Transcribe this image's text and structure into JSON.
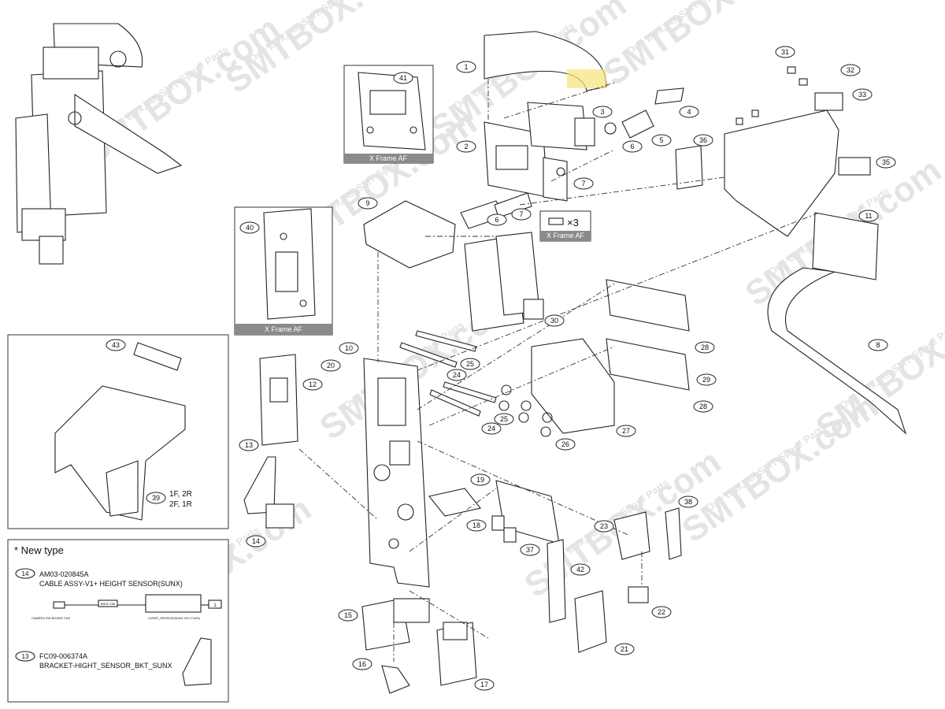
{
  "callouts": [
    "1",
    "2",
    "3",
    "4",
    "5",
    "6",
    "6",
    "7",
    "7",
    "8",
    "9",
    "10",
    "11",
    "12",
    "13",
    "14",
    "15",
    "16",
    "17",
    "18",
    "19",
    "20",
    "21",
    "22",
    "23",
    "24",
    "24",
    "25",
    "25",
    "26",
    "27",
    "28",
    "28",
    "29",
    "30",
    "31",
    "32",
    "33",
    "35",
    "36",
    "37",
    "38",
    "39",
    "40",
    "41",
    "42",
    "43"
  ],
  "panels": {
    "x_frame_41": {
      "caption": "X Frame AF"
    },
    "x_frame_40": {
      "caption": "X Frame AF"
    },
    "fuse_note": {
      "caption": "X Frame AF",
      "multiplier": "×3"
    }
  },
  "bracket_39": {
    "variant_line1": "1F, 2R",
    "variant_line2": "2F, 1R"
  },
  "new_type": {
    "title": "* New type",
    "item_14": {
      "num": "14",
      "part_no": "AM03-020845A",
      "desc": "CABLE ASSY-V1+ HEIGHT SENSOR(SUNX)",
      "label_left": "CAMERA SW BOARD CN3",
      "label_mid": "BR00-T86",
      "label_sensor": "LASER_SENSOR(SUNX HG-C1100)",
      "label_end": "1"
    },
    "item_13": {
      "num": "13",
      "part_no": "FC09-006374A",
      "desc": "BRACKET-HIGHT_SENSOR_BKT_SUNX"
    }
  },
  "watermark": {
    "brand": "SMTBOX.com",
    "slogan": "One Box, All SMT Spare Parts"
  },
  "colors": {
    "line": "#222222",
    "caption_bg": "#8a8a8a",
    "watermark": "#e6e6e6",
    "highlight": "#f7e27a"
  }
}
